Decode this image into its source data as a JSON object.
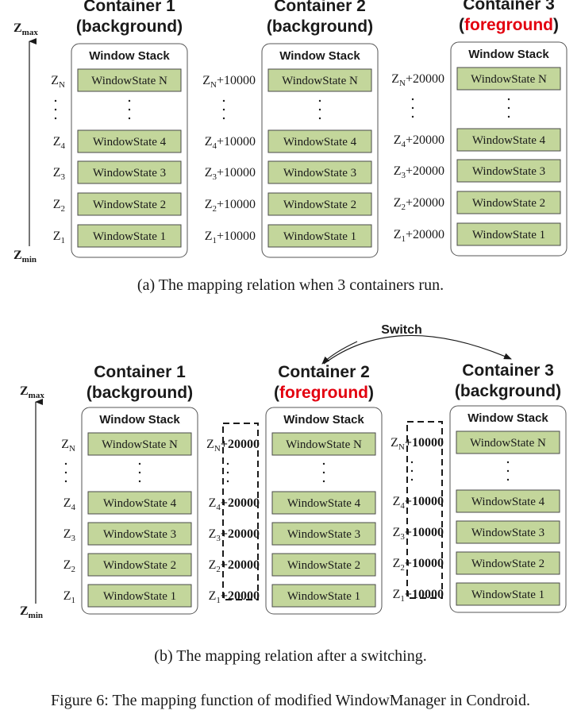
{
  "colors": {
    "cell_fill": "#c3d69b",
    "cell_stroke": "#4a4a4a",
    "foreground_text": "#e3000f",
    "stack_stroke": "#555555",
    "text": "#1a1a1a"
  },
  "panel_a": {
    "axis_top_main": "Z",
    "axis_top_sub": "max",
    "axis_bottom_main": "Z",
    "axis_bottom_sub": "min",
    "caption": "(a) The mapping relation when 3 containers run.",
    "containers": [
      {
        "name": "Container 1",
        "state": "background",
        "foreground": false,
        "offset": ""
      },
      {
        "name": "Container 2",
        "state": "background",
        "foreground": false,
        "offset": "+10000"
      },
      {
        "name": "Container 3",
        "state": "foreground",
        "foreground": true,
        "offset": "+20000"
      }
    ]
  },
  "panel_b": {
    "axis_top_main": "Z",
    "axis_top_sub": "max",
    "axis_bottom_main": "Z",
    "axis_bottom_sub": "min",
    "switch_label": "Switch",
    "caption": "(b) The mapping relation after a switching.",
    "containers": [
      {
        "name": "Container 1",
        "state": "background",
        "foreground": false,
        "offset": ""
      },
      {
        "name": "Container 2",
        "state": "foreground",
        "foreground": true,
        "offset": "+20000"
      },
      {
        "name": "Container 3",
        "state": "background",
        "foreground": false,
        "offset": "+10000"
      }
    ]
  },
  "stack_title": "Window Stack",
  "rows": [
    {
      "z": "Z",
      "sub": "N",
      "cell": "WindowState N"
    },
    {
      "z": "Z",
      "sub": "4",
      "cell": "WindowState 4"
    },
    {
      "z": "Z",
      "sub": "3",
      "cell": "WindowState 3"
    },
    {
      "z": "Z",
      "sub": "2",
      "cell": "WindowState 2"
    },
    {
      "z": "Z",
      "sub": "1",
      "cell": "WindowState 1"
    }
  ],
  "figure_caption": "Figure 6: The mapping function of modified WindowManager in Condroid."
}
